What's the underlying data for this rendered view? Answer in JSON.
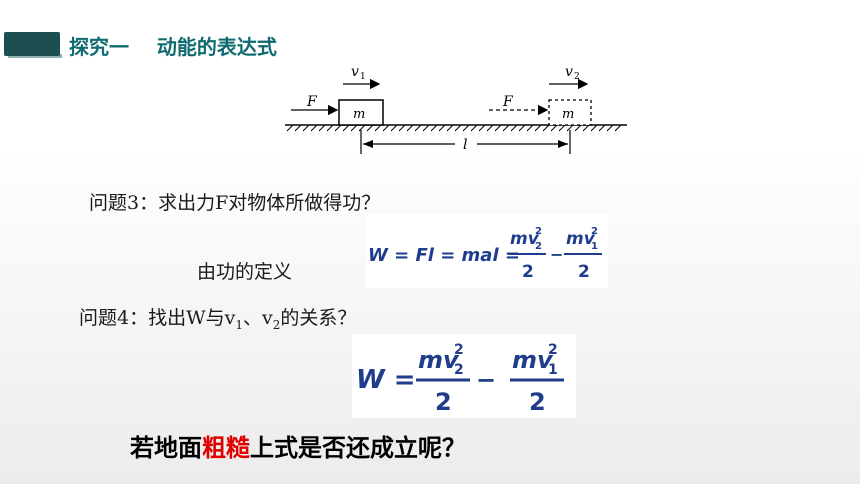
{
  "header": {
    "title": "探究一    动能的表达式"
  },
  "figure": {
    "v1_label": "v",
    "v1_sub": "1",
    "v2_label": "v",
    "v2_sub": "2",
    "force_label": "F",
    "mass_label": "m",
    "distance_label": "l"
  },
  "q3": {
    "question": "问题3：求出力F对物体所做得功？",
    "derivation_label": "由功的定义"
  },
  "q4": {
    "question_prefix": "问题4：找出W与v",
    "sub1": "1",
    "sep": "、v",
    "sub2": "2",
    "question_suffix": "的关系？"
  },
  "formula1": {
    "lhs": "W = Fl = mal =",
    "num1": "mv",
    "num1_sup": "2",
    "num1_sub": "2",
    "den1": "2",
    "minus": "−",
    "num2": "mv",
    "num2_sup": "2",
    "num2_sub": "1",
    "den2": "2"
  },
  "formula2": {
    "lhs": "W =",
    "num1": "mv",
    "num1_sup": "2",
    "num1_sub": "2",
    "den1": "2",
    "minus": "−",
    "num2": "mv",
    "num2_sup": "2",
    "num2_sub": "1",
    "den2": "2"
  },
  "conclusion": {
    "before": "若地面",
    "highlight": "粗糙",
    "after": "上式是否还成立呢？"
  },
  "colors": {
    "title": "#0f6b70",
    "bar": "#1f4e52",
    "formula": "#1f3d8c",
    "highlight": "#e00000"
  }
}
